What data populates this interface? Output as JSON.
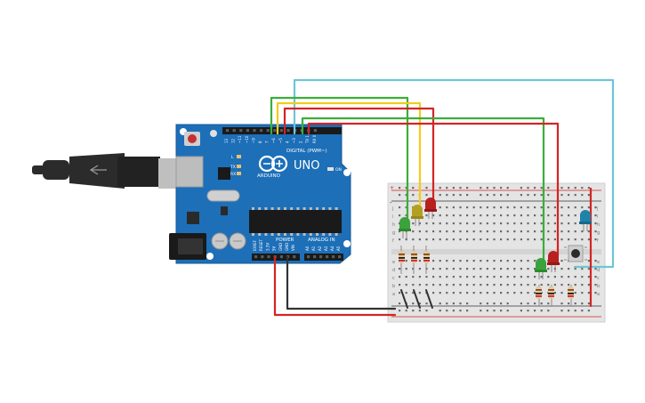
{
  "board": {
    "logo_text": "UNO",
    "brand_text": "ARDUINO",
    "digital_label": "DIGITAL (PWM~)",
    "power_label": "POWER",
    "analog_label": "ANALOG IN",
    "on_label": "ON",
    "reset_label": "RESET",
    "aref_label": "AREF",
    "gnd_label": "GND",
    "l_label": "L",
    "tx_label": "TX",
    "rx_label": "RX",
    "ioref_label": "IOREF",
    "digital_pins": [
      "13",
      "12",
      "~11",
      "~10",
      "~9",
      "8",
      "7",
      "~6",
      "~5",
      "4",
      "~3",
      "2",
      "TX 1",
      "RX 0"
    ],
    "power_pins": [
      "IOREF",
      "RESET",
      "3.3V",
      "5V",
      "GND",
      "GND",
      "VIN"
    ],
    "analog_pins": [
      "A0",
      "A1",
      "A2",
      "A3",
      "A4",
      "A5"
    ]
  },
  "breadboard": {
    "row_labels_top": [
      "j",
      "i",
      "h",
      "g",
      "f"
    ],
    "row_labels_bottom": [
      "e",
      "d",
      "c",
      "b",
      "a"
    ],
    "rail_plus": "+",
    "rail_minus": "-"
  },
  "colors": {
    "board_blue": "#1d6fb8",
    "wire_green": "#3aae3a",
    "wire_yellow": "#f2cc1a",
    "wire_red": "#d42424",
    "wire_cyan": "#6ec6d4",
    "wire_black": "#333333",
    "led_green": "#3ca23c",
    "led_yellow": "#b4a020",
    "led_red": "#b82020",
    "led_blue": "#1f82a8"
  }
}
